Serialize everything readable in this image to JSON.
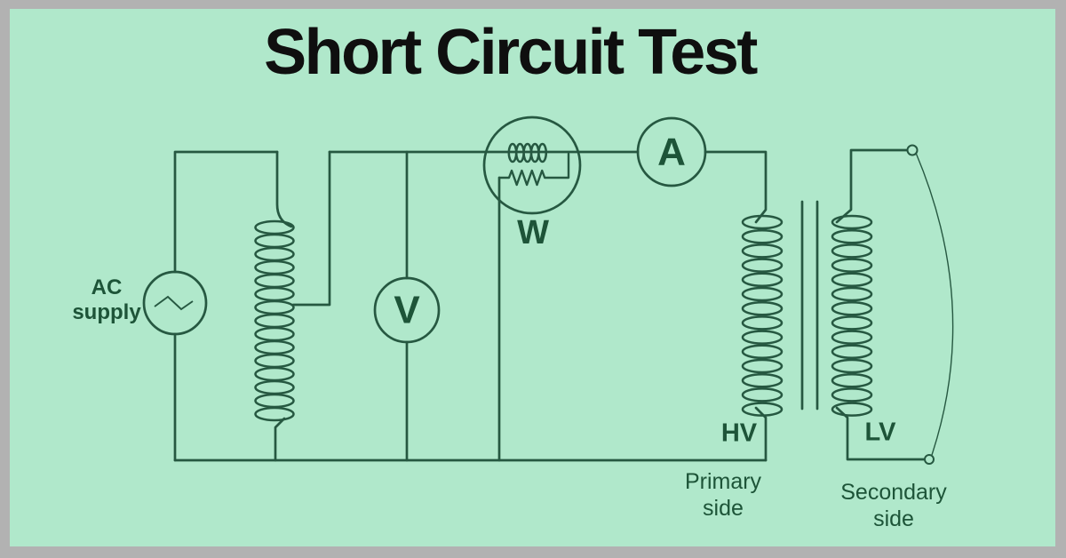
{
  "title": "Short Circuit Test",
  "colors": {
    "background": "#b0e8cb",
    "frame": "#b2b2b2",
    "line": "#265841",
    "text": "#1d5438",
    "title_text": "#0f0f0f"
  },
  "labels": {
    "ac_supply": {
      "line1": "AC",
      "line2": "supply"
    },
    "wattmeter": "W",
    "voltmeter": "V",
    "ammeter": "A",
    "hv_winding": "HV",
    "lv_winding": "LV",
    "primary_side": {
      "line1": "Primary",
      "line2": "side"
    },
    "secondary_side": {
      "line1": "Secondary",
      "line2": "side"
    }
  }
}
